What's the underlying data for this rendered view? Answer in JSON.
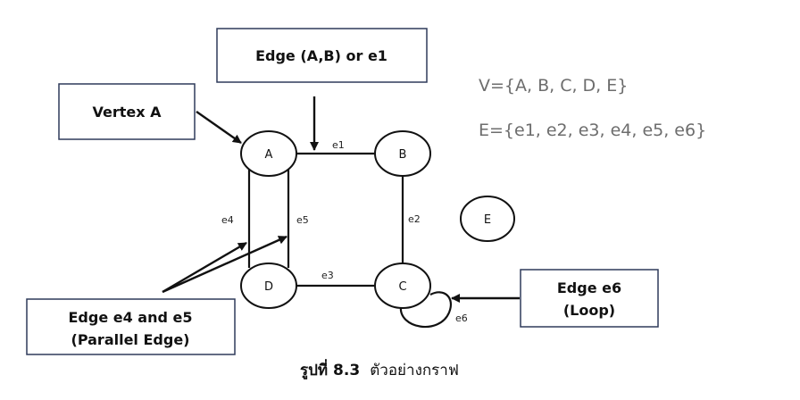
{
  "graph": {
    "vertices": [
      {
        "id": "A",
        "label": "A"
      },
      {
        "id": "B",
        "label": "B"
      },
      {
        "id": "C",
        "label": "C"
      },
      {
        "id": "D",
        "label": "D"
      },
      {
        "id": "E",
        "label": "E"
      }
    ],
    "edges": [
      {
        "id": "e1",
        "label": "e1",
        "from": "A",
        "to": "B"
      },
      {
        "id": "e2",
        "label": "e2",
        "from": "B",
        "to": "C"
      },
      {
        "id": "e3",
        "label": "e3",
        "from": "D",
        "to": "C"
      },
      {
        "id": "e4",
        "label": "e4",
        "from": "A",
        "to": "D"
      },
      {
        "id": "e5",
        "label": "e5",
        "from": "A",
        "to": "D"
      },
      {
        "id": "e6",
        "label": "e6",
        "from": "C",
        "to": "C"
      }
    ]
  },
  "callouts": {
    "edge_ab": "Edge (A,B) or e1",
    "vertex_a": "Vertex A",
    "edge_e6_line1": "Edge e6",
    "edge_e6_line2": "(Loop)",
    "parallel_line1": "Edge e4 and e5",
    "parallel_line2": "(Parallel Edge)"
  },
  "sets": {
    "vertex_set": "V={A, B, C, D, E}",
    "edge_set": "E={e1, e2, e3, e4, e5, e6}"
  },
  "caption": {
    "figure_number": "รูปที่ 8.3",
    "figure_title": "ตัวอย่างกราฟ"
  },
  "colors": {
    "stroke": "#111111",
    "set_text": "#6d6d6d",
    "box_border": "#2f3a5a"
  }
}
